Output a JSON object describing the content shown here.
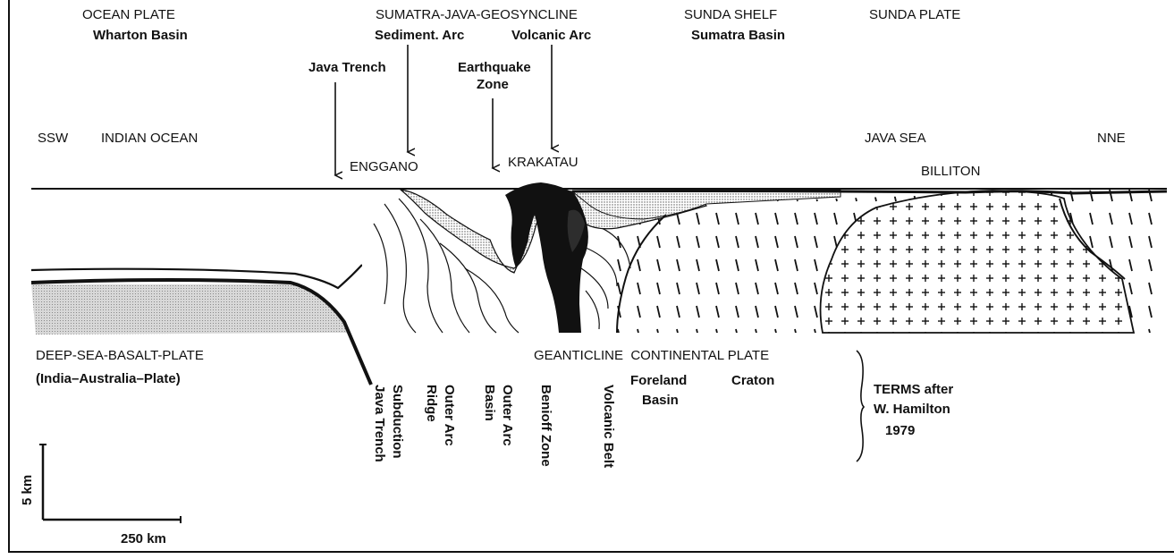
{
  "header": {
    "ocean_plate": "OCEAN PLATE",
    "wharton_basin": "Wharton Basin",
    "geosyncline": "SUMATRA-JAVA-GEOSYNCLINE",
    "sediment_arc": "Sediment. Arc",
    "volcanic_arc": "Volcanic Arc",
    "sunda_shelf": "SUNDA SHELF",
    "sumatra_basin": "Sumatra Basin",
    "sunda_plate": "SUNDA PLATE"
  },
  "pointers": {
    "java_trench": "Java Trench",
    "earthquake_zone_line1": "Earthquake",
    "earthquake_zone_line2": "Zone"
  },
  "section": {
    "ssw": "SSW",
    "indian_ocean": "INDIAN OCEAN",
    "enggano": "ENGGANO",
    "krakatau": "KRAKATAU",
    "java_sea": "JAVA SEA",
    "nne": "NNE",
    "billiton": "BILLITON"
  },
  "lower": {
    "deep_sea_basalt_plate": "DEEP-SEA-BASALT-PLATE",
    "india_australia_plate": "(India–Australia–Plate)",
    "geanticline": "GEANTICLINE  CONTINENTAL PLATE",
    "foreland_line1": "Foreland",
    "foreland_line2": "Basin",
    "craton": "Craton",
    "terms_line1": "TERMS after",
    "terms_line2": "W. Hamilton",
    "terms_line3": "1979"
  },
  "vertical_labels": {
    "subduction_line1": "Subduction",
    "subduction_line2": "Java Trench",
    "outer_arc_ridge_line1": "Outer Arc",
    "outer_arc_ridge_line2": "Ridge",
    "outer_arc_basin_line1": "Outer Arc",
    "outer_arc_basin_line2": "Basin",
    "benioff_zone": "Benioff Zone",
    "volcanic_belt": "Volcanic Belt"
  },
  "scale": {
    "vertical": "5 km",
    "horizontal": "250 km"
  }
}
